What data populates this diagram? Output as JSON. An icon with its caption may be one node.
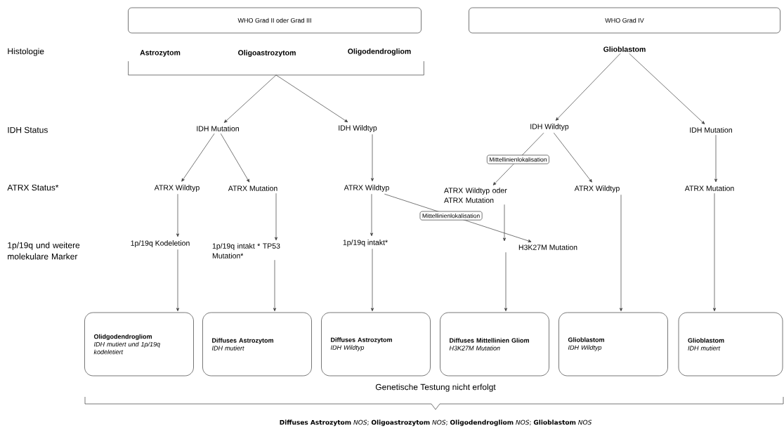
{
  "diagram": {
    "nodes": [
      {
        "text": [
          "WHO Grad II oder Grad III"
        ]
      },
      {
        "text": [
          "WHO Grad IV"
        ]
      },
      {
        "text": [
          "Astrozytom"
        ]
      },
      {
        "text": [
          "Oligoastrozytom"
        ]
      },
      {
        "text": [
          "Oligodendrogliom"
        ]
      },
      {
        "text": [],
        "shape": "bracket"
      },
      {
        "text": [
          "Glioblastom"
        ]
      },
      {
        "text": [
          "IDH Mutation"
        ]
      },
      {
        "text": [
          "IDH Wildtyp"
        ]
      },
      {
        "text": [
          "IDH Wildtyp"
        ]
      },
      {
        "text": [
          "IDH Mutation"
        ]
      },
      {
        "text": [
          "ATRX Wildtyp"
        ]
      },
      {
        "text": [
          "ATRX Mutation"
        ]
      },
      {
        "text": [
          "ATRX Wildtyp"
        ]
      },
      {
        "text": [
          "ATRX Wildtyp oder ATRX Mutation"
        ]
      },
      {
        "text": [
          "ATRX Wildtyp"
        ]
      },
      {
        "text": [
          "ATRX Mutation"
        ]
      },
      {
        "text": [
          "1p/19q Kodeletion"
        ]
      },
      {
        "text": [
          "1p/19q intakt * TP53 Mutation*"
        ]
      },
      {
        "text": [
          "1p/19q intakt*"
        ]
      },
      {
        "text": [
          "H3K27M Mutation"
        ]
      },
      {
        "text": [
          "Olidgodendrogliom",
          "IDH mutiert und 1p/19q kodeletiert"
        ]
      },
      {
        "text": [
          "Diffuses Astrozytom",
          "IDH mutiert"
        ]
      },
      {
        "text": [
          "Diffuses Astrozytom",
          "IDH Wildtyp"
        ]
      },
      {
        "text": [
          "Diffuses Mittellinien Gliom",
          "H3K27M Mutation"
        ]
      },
      {
        "text": [
          "Glioblastom",
          "IDH Wildtyp"
        ]
      },
      {
        "text": [
          "Glioblastom",
          "IDH mutiert"
        ]
      }
    ],
    "edges": [
      {
        "from": 5,
        "to": 7,
        "arrow": "to"
      },
      {
        "from": 5,
        "to": 8,
        "arrow": "to"
      },
      {
        "from": 6,
        "to": 9,
        "arrow": "to"
      },
      {
        "from": 6,
        "to": 10,
        "arrow": "to"
      },
      {
        "from": 7,
        "to": 11,
        "arrow": "to"
      },
      {
        "from": 7,
        "to": 12,
        "arrow": "to"
      },
      {
        "from": 8,
        "to": 13,
        "arrow": "to"
      },
      {
        "from": 9,
        "to": 14,
        "arrow": "to",
        "label": "Mittellinienlokalisation"
      },
      {
        "from": 9,
        "to": 15,
        "arrow": "to"
      },
      {
        "from": 10,
        "to": 16,
        "arrow": "to"
      },
      {
        "from": 11,
        "to": 17,
        "arrow": "to"
      },
      {
        "from": 12,
        "to": 18,
        "arrow": "to"
      },
      {
        "from": 13,
        "to": 19,
        "arrow": "to"
      },
      {
        "from": 14,
        "to": 20,
        "arrow": "to"
      },
      {
        "from": 13,
        "to": 20,
        "arrow": "to",
        "label": "Mittellinienlokalisation"
      },
      {
        "from": 17,
        "to": 21,
        "arrow": "to"
      },
      {
        "from": 18,
        "to": 22,
        "arrow": "to"
      },
      {
        "from": 19,
        "to": 23,
        "arrow": "to"
      },
      {
        "from": 20,
        "to": 24,
        "arrow": "to"
      },
      {
        "from": 15,
        "to": 25,
        "arrow": "to"
      },
      {
        "from": 16,
        "to": 26,
        "arrow": "to"
      }
    ],
    "labels": [
      "Histologie",
      "IDH Status",
      "ATRX  Status*",
      "1p/19q und weitere molekulare Marker",
      "Genetische Testung nicht erfolgt",
      "**Diffuses Astrozytom** *NOS*; **Oligoastrozytom** *NOS*; **Oligodendrogliom** *NOS*; **Glioblastom** *NOS*"
    ]
  }
}
